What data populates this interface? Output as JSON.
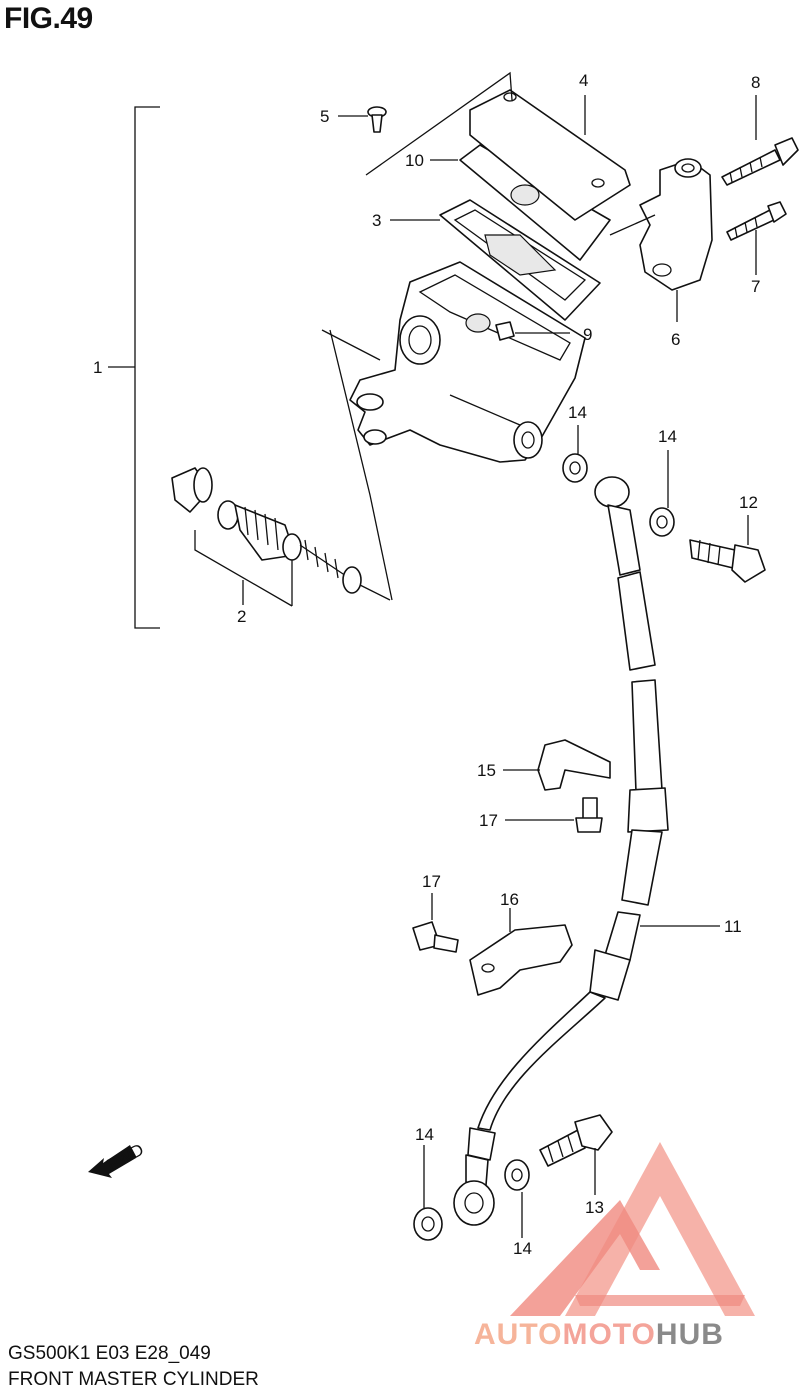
{
  "figure": {
    "title": "FIG.49"
  },
  "callouts": [
    {
      "id": "c1",
      "label": "1"
    },
    {
      "id": "c2",
      "label": "2"
    },
    {
      "id": "c3",
      "label": "3"
    },
    {
      "id": "c4",
      "label": "4"
    },
    {
      "id": "c5",
      "label": "5"
    },
    {
      "id": "c6",
      "label": "6"
    },
    {
      "id": "c7",
      "label": "7"
    },
    {
      "id": "c8",
      "label": "8"
    },
    {
      "id": "c9",
      "label": "9"
    },
    {
      "id": "c10",
      "label": "10"
    },
    {
      "id": "c11",
      "label": "11"
    },
    {
      "id": "c12",
      "label": "12"
    },
    {
      "id": "c13",
      "label": "13"
    },
    {
      "id": "c14a",
      "label": "14"
    },
    {
      "id": "c14b",
      "label": "14"
    },
    {
      "id": "c14c",
      "label": "14"
    },
    {
      "id": "c14d",
      "label": "14"
    },
    {
      "id": "c15",
      "label": "15"
    },
    {
      "id": "c16",
      "label": "16"
    },
    {
      "id": "c17a",
      "label": "17"
    },
    {
      "id": "c17b",
      "label": "17"
    }
  ],
  "direction_marker": {
    "label": "FWD",
    "icon": "fwd-arrow-icon"
  },
  "footer": {
    "model_code": "GS500K1  E03  E28_049",
    "section_name": "FRONT MASTER CYLINDER"
  },
  "watermark": {
    "part1": "AUTO",
    "part2": "MOTO",
    "part3": "HUB",
    "icon": "triangle-logo-icon"
  },
  "colors": {
    "line": "#111111",
    "watermark_orange": "#f6b49a",
    "watermark_red": "#f08a80",
    "watermark_gray": "#8a8a8a"
  }
}
